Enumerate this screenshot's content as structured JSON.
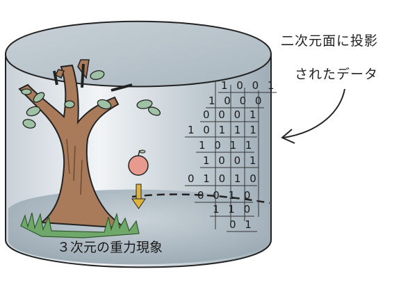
{
  "annotation": {
    "line1": "二次元面に投影",
    "line2": "されたデータ"
  },
  "caption": "３次元の重力現象",
  "matrix_rows": [
    "1 0 0 1",
    "1 0 0 0",
    "0 0 0 1",
    "1 0 1 1 1",
    "1 0 1 1",
    "1 0 0 1",
    "0 1 0 1 0",
    "0 0 1 0",
    "1 1 0",
    "0 1"
  ],
  "colors": {
    "cylinder_fill": "#b8c4cc",
    "floor": "#a9b6bf",
    "trunk": "#a97b5a",
    "leaf": "#9fc2a4",
    "apple": "#e89a8e",
    "arrow": "#e0b43c",
    "grass": "#5f9a5a"
  }
}
